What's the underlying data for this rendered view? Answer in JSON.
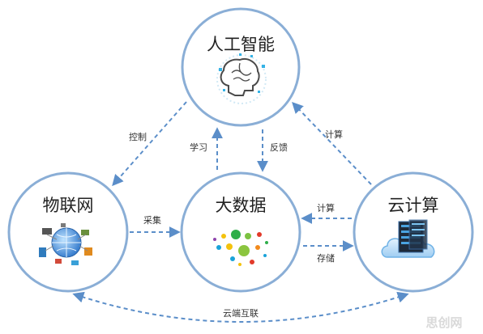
{
  "nodes": {
    "ai": {
      "label": "人工智能",
      "icon": "brain-icon"
    },
    "bigdata": {
      "label": "大数据",
      "icon": "data-dots-icon"
    },
    "iot": {
      "label": "物联网",
      "icon": "globe-devices-icon"
    },
    "cloud": {
      "label": "云计算",
      "icon": "server-cloud-icon"
    }
  },
  "edges": {
    "control": "控制",
    "learn": "学习",
    "feedback": "反馈",
    "compute_ai": "计算",
    "collect": "采集",
    "compute_data": "计算",
    "store": "存储",
    "cloud_interconnect": "云端互联"
  },
  "watermark": "思创网",
  "colors": {
    "ring": "#8aaed6",
    "arrow": "#5b8ec9",
    "text": "#222222"
  }
}
